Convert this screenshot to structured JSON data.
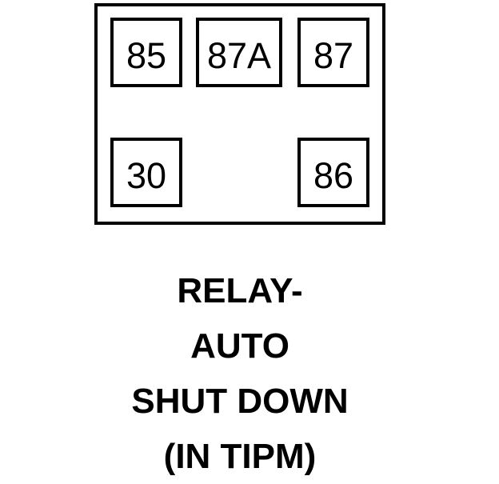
{
  "colors": {
    "ink": "#000000",
    "background": "#ffffff"
  },
  "relay": {
    "pins": [
      {
        "label": "85"
      },
      {
        "label": "87A"
      },
      {
        "label": "87"
      },
      {
        "label": "30"
      },
      {
        "label": "86"
      }
    ]
  },
  "caption": {
    "lines": [
      "RELAY-",
      "AUTO",
      "SHUT DOWN",
      "(IN TIPM)"
    ]
  }
}
